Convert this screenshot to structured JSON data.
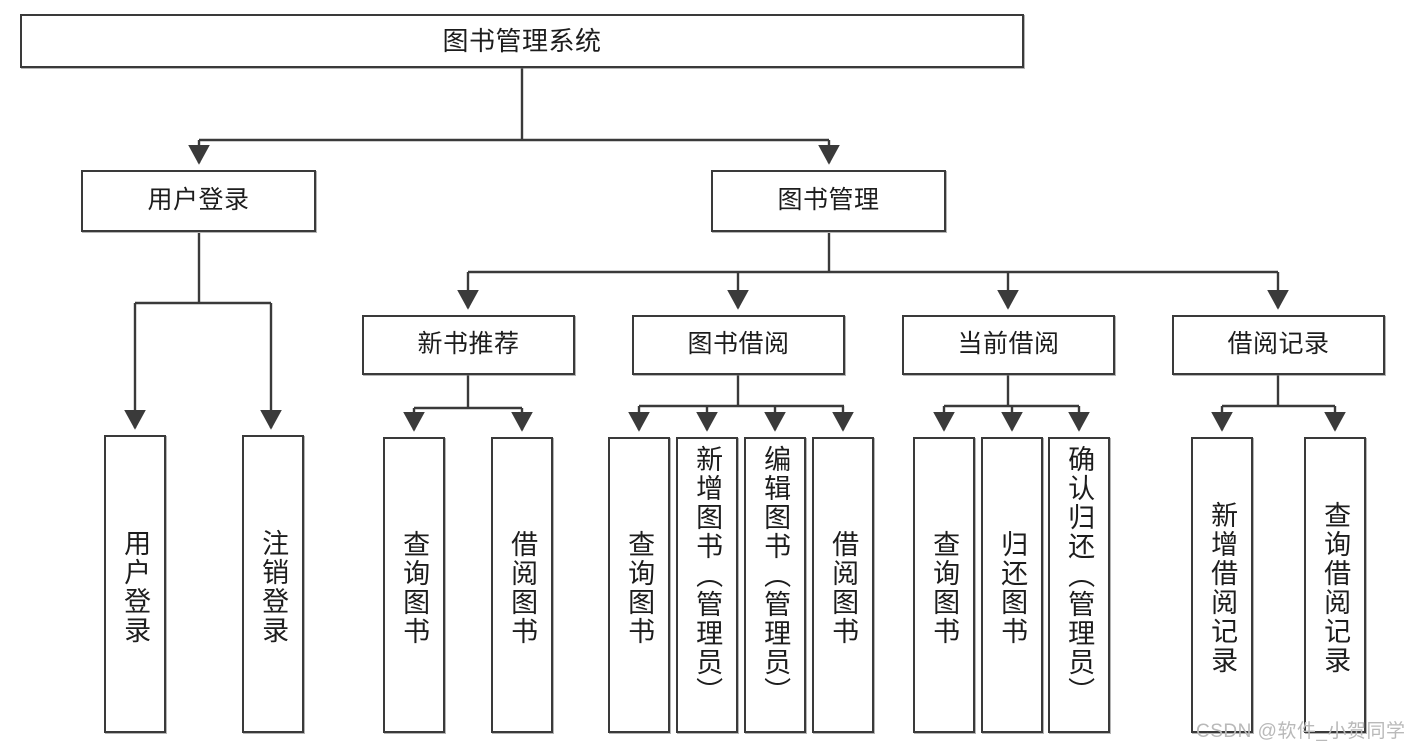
{
  "diagram": {
    "title": "图书管理系统",
    "type": "tree-hierarchy",
    "watermark": "CSDN @软件_小贺同学",
    "colors": {
      "background": "#ffffff",
      "box_border": "#3a3a3a",
      "box_fill": "#ffffff",
      "edge": "#3a3a3a",
      "text": "#1d1d1d",
      "watermark": "#b9b9b9"
    }
  },
  "nodes": {
    "root": {
      "label": "图书管理系统",
      "level": 1
    },
    "level2": [
      {
        "id": "user-login",
        "label": "用户登录"
      },
      {
        "id": "book-manage",
        "label": "图书管理"
      }
    ],
    "level3": [
      {
        "id": "new-book-recommend",
        "label": "新书推荐"
      },
      {
        "id": "book-borrow",
        "label": "图书借阅"
      },
      {
        "id": "current-borrow",
        "label": "当前借阅"
      },
      {
        "id": "borrow-record",
        "label": "借阅记录"
      }
    ],
    "leaves": {
      "user-login": [
        {
          "id": "leaf-user-login",
          "label": "用户登录"
        },
        {
          "id": "leaf-logout-login",
          "label": "注销登录"
        }
      ],
      "new-book-recommend": [
        {
          "id": "leaf-query-book-1",
          "label": "查询图书"
        },
        {
          "id": "leaf-borrow-book-1",
          "label": "借阅图书"
        }
      ],
      "book-borrow": [
        {
          "id": "leaf-query-book-2",
          "label": "查询图书"
        },
        {
          "id": "leaf-add-book",
          "label": "新增图书（管理员）"
        },
        {
          "id": "leaf-edit-book",
          "label": "编辑图书（管理员）"
        },
        {
          "id": "leaf-borrow-book-2",
          "label": "借阅图书"
        }
      ],
      "current-borrow": [
        {
          "id": "leaf-query-book-3",
          "label": "查询图书"
        },
        {
          "id": "leaf-return-book",
          "label": "归还图书"
        },
        {
          "id": "leaf-confirm-return",
          "label": "确认归还（管理员）"
        }
      ],
      "borrow-record": [
        {
          "id": "leaf-add-record",
          "label": "新增借阅记录"
        },
        {
          "id": "leaf-query-record",
          "label": "查询借阅记录"
        }
      ]
    }
  }
}
